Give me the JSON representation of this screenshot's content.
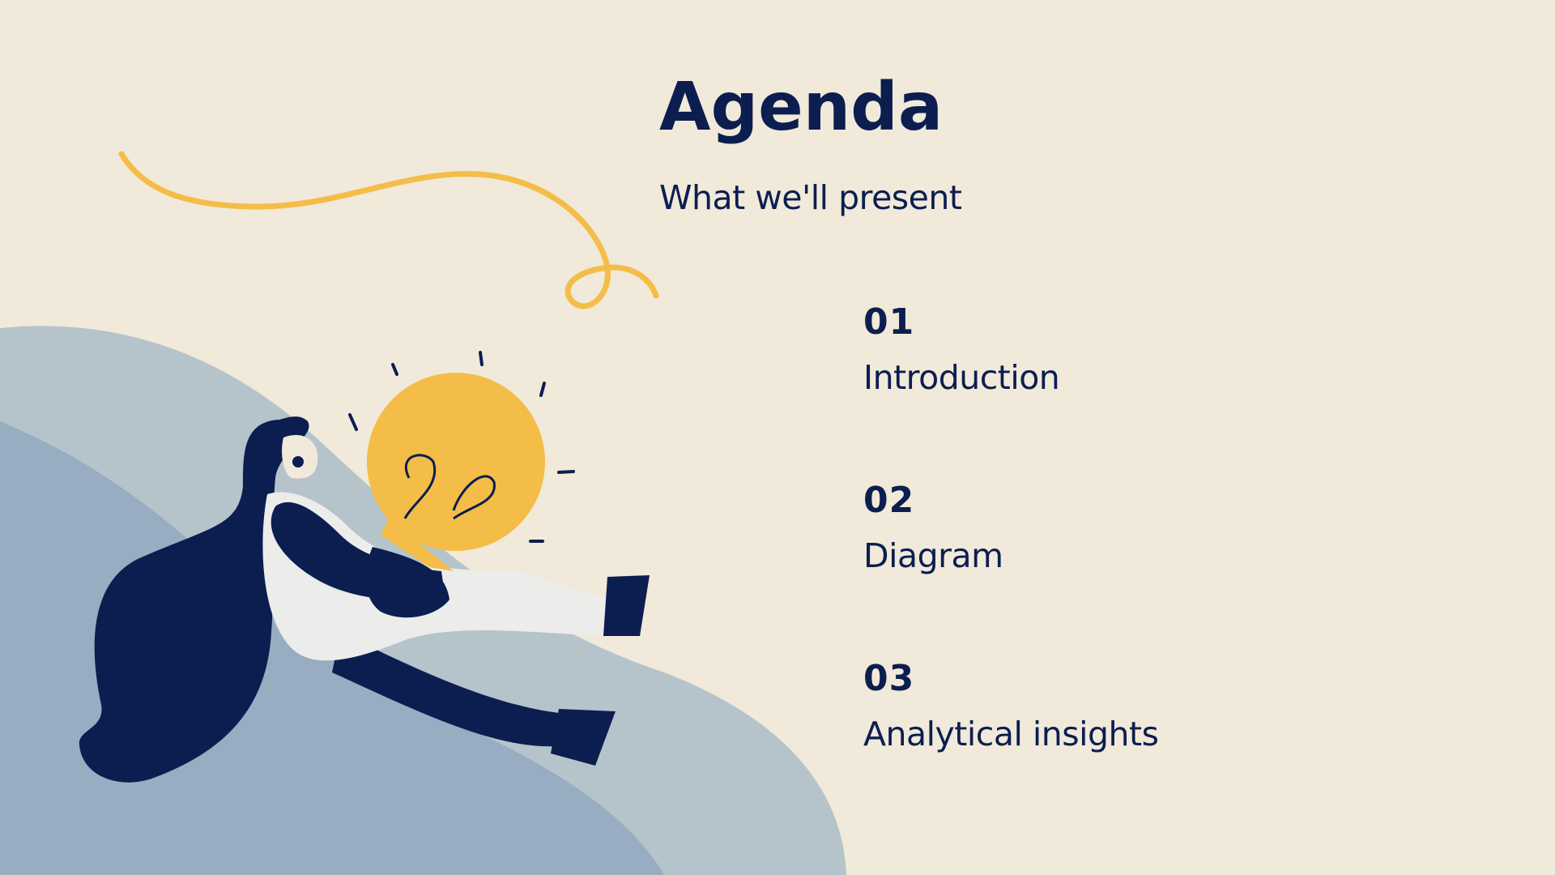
{
  "slide": {
    "title": "Agenda",
    "subtitle": "What we'll present",
    "items": [
      {
        "number": "01",
        "label": "Introduction"
      },
      {
        "number": "02",
        "label": "Diagram"
      },
      {
        "number": "03",
        "label": "Analytical insights"
      }
    ]
  },
  "colors": {
    "background": "#f1e9d9",
    "text": "#0c1e50",
    "accent_yellow": "#f4bd48",
    "hill_light": "#b5c3cb",
    "hill_dark": "#98adc2",
    "navy": "#0c1e50",
    "pants_white": "#ececea"
  },
  "illustration": {
    "icons": [
      "squiggle-line-icon",
      "woman-holding-lightbulb-icon",
      "lightbulb-icon"
    ]
  }
}
